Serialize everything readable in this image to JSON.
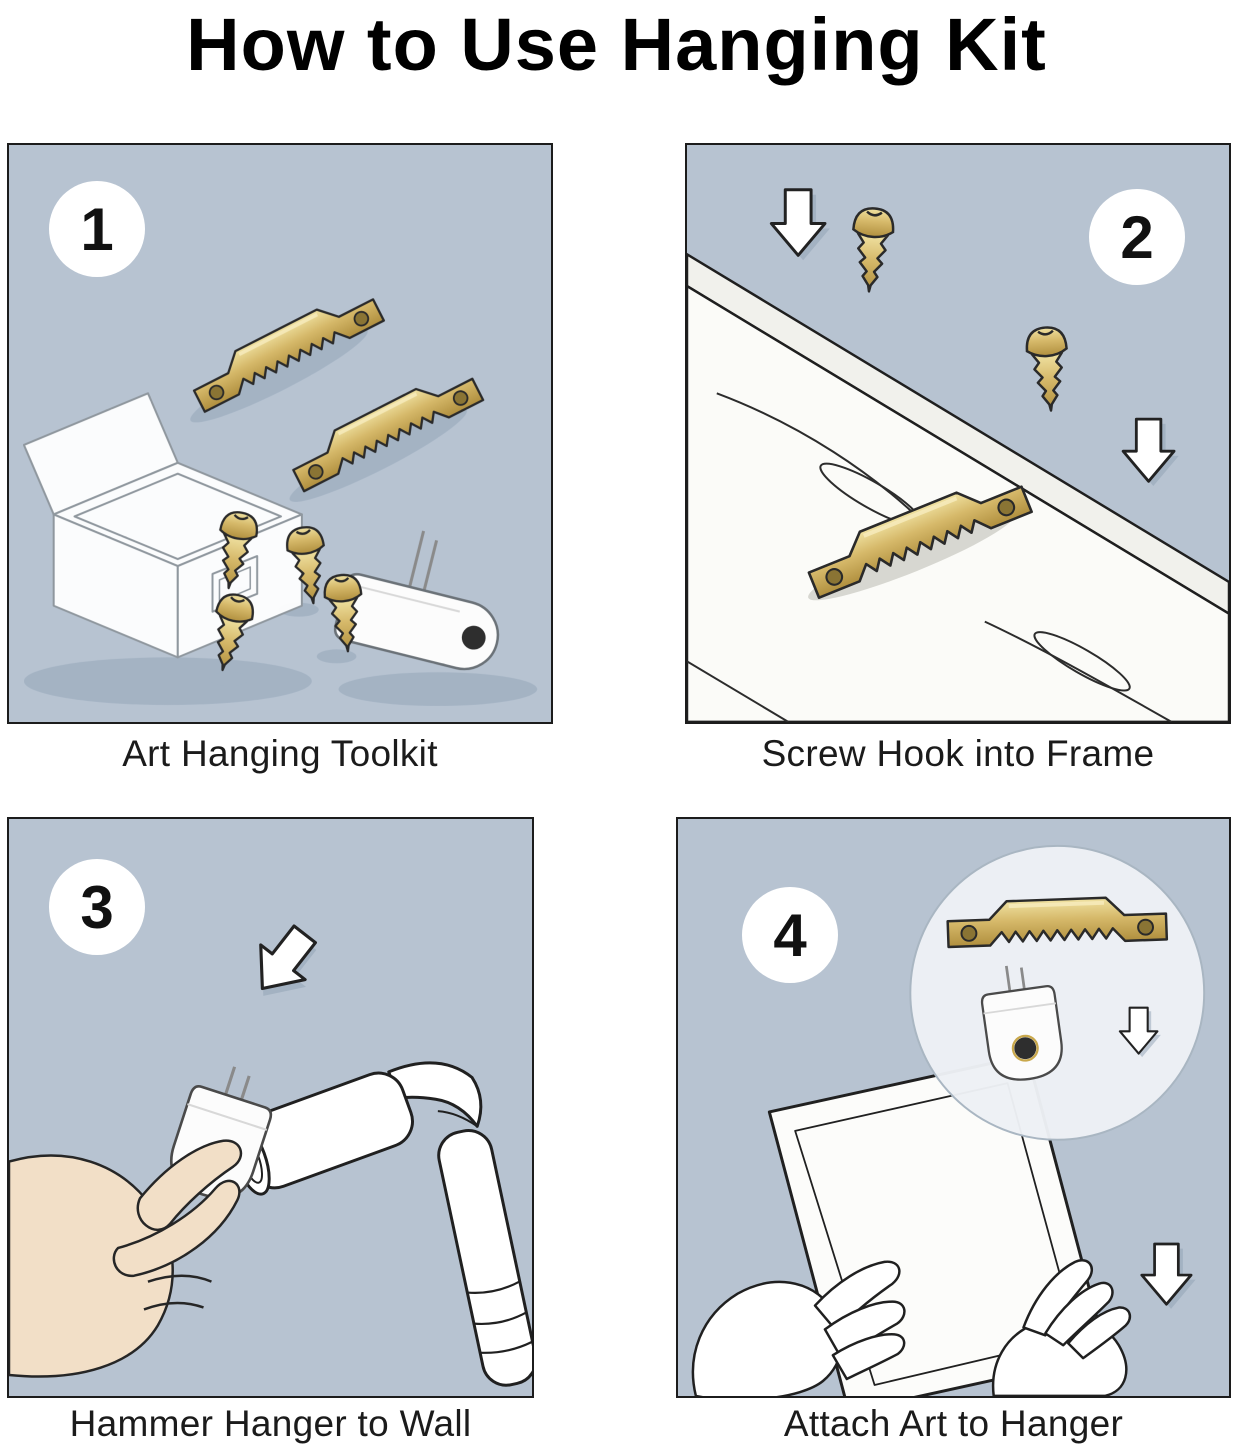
{
  "title": "How to Use Hanging  Kit",
  "panels": [
    {
      "number": "1",
      "caption": "Art Hanging Toolkit",
      "objects": [
        "storage-box",
        "sawtooth-hangers",
        "screws",
        "plastic-hook"
      ]
    },
    {
      "number": "2",
      "caption": "Screw Hook into Frame",
      "objects": [
        "frame-board",
        "sawtooth-hanger",
        "screws",
        "down-arrows"
      ]
    },
    {
      "number": "3",
      "caption": "Hammer Hanger to Wall",
      "objects": [
        "hand",
        "wall-hanger",
        "hammer",
        "down-arrow"
      ]
    },
    {
      "number": "4",
      "caption": "Attach Art to Hanger",
      "objects": [
        "magnifier-detail",
        "sawtooth-hanger",
        "plastic-hook",
        "art-frame",
        "hands",
        "down-arrow"
      ]
    }
  ],
  "colors": {
    "background": "#ffffff",
    "panel_background": "#b7c3d1",
    "brass": "#d6b96a",
    "brass_dark": "#b08f3e",
    "outline": "#1f1f1f",
    "skin": "#f2dfc7"
  }
}
